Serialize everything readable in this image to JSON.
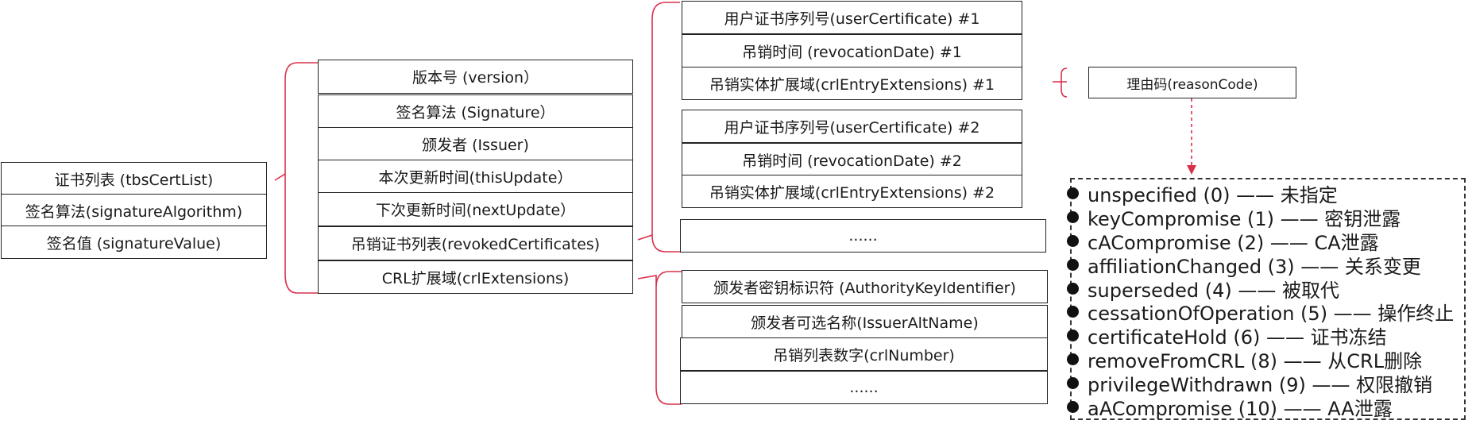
{
  "crl_structure": {
    "certificate_list": [
      "证书列表 (tbsCertList)",
      "签名算法(signatureAlgorithm)",
      "签名值 (signatureValue)"
    ],
    "tbs_fields": [
      "版本号 (version）",
      "签名算法 (Signature）",
      "颁发者 (Issuer)",
      "本次更新时间(thisUpdate）",
      "下次更新时间(nextUpdate）",
      "吊销证书列表(revokedCertificates)",
      "CRL扩展域(crlExtensions)"
    ],
    "revoked_entry_1": [
      "用户证书序列号(userCertificate) #1",
      "吊销时间 (revocationDate)  #1",
      "吊销实体扩展域(crlEntryExtensions) #1"
    ],
    "revoked_entry_2": [
      "用户证书序列号(userCertificate) #2",
      "吊销时间 (revocationDate) #2",
      "吊销实体扩展域(crlEntryExtensions) #2"
    ],
    "revoked_more": "......",
    "crl_extensions": [
      "颁发者密钥标识符 (AuthorityKeyIdentifier)",
      "颁发者可选名称(IssuerAltName)",
      "吊销列表数字(crlNumber)",
      "......"
    ],
    "reason_code": "理由码(reasonCode)",
    "reason_values": [
      "unspecified (0) —— 未指定",
      "keyCompromise (1) —— 密钥泄露",
      "cACompromise (2) —— CA泄露",
      "affiliationChanged (3) —— 关系变更",
      "superseded (4) —— 被取代",
      "cessationOfOperation (5) —— 操作终止",
      "certificateHold (6) —— 证书冻结",
      "removeFromCRL (8) —— 从CRL删除",
      "privilegeWithdrawn (9) —— 权限撤销",
      "aACompromise (10) —— AA泄露"
    ]
  },
  "colors": {
    "bracket": "#d9304a",
    "arrow": "#d9304a",
    "border": "#222222"
  }
}
